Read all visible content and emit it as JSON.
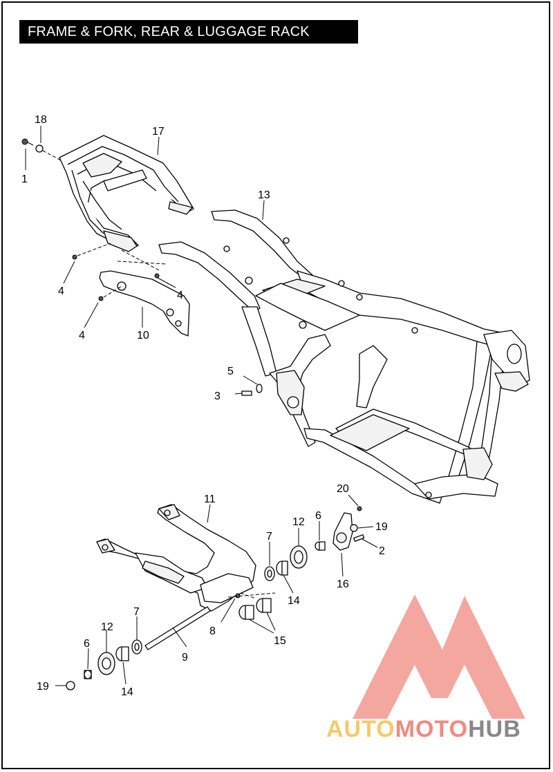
{
  "title": "FRAME & FORK, REAR & LUGGAGE RACK",
  "callouts": [
    {
      "id": "c1",
      "label": "1"
    },
    {
      "id": "c18",
      "label": "18"
    },
    {
      "id": "c17",
      "label": "17"
    },
    {
      "id": "c13",
      "label": "13"
    },
    {
      "id": "c4a",
      "label": "4"
    },
    {
      "id": "c4b",
      "label": "4"
    },
    {
      "id": "c4c",
      "label": "4"
    },
    {
      "id": "c10",
      "label": "10"
    },
    {
      "id": "c5",
      "label": "5"
    },
    {
      "id": "c3",
      "label": "3"
    },
    {
      "id": "c11",
      "label": "11"
    },
    {
      "id": "c20",
      "label": "20"
    },
    {
      "id": "c12a",
      "label": "12"
    },
    {
      "id": "c6a",
      "label": "6"
    },
    {
      "id": "c7a",
      "label": "7"
    },
    {
      "id": "c19a",
      "label": "19"
    },
    {
      "id": "c2",
      "label": "2"
    },
    {
      "id": "c14a",
      "label": "14"
    },
    {
      "id": "c16",
      "label": "16"
    },
    {
      "id": "c8",
      "label": "8"
    },
    {
      "id": "c15",
      "label": "15"
    },
    {
      "id": "c7b",
      "label": "7"
    },
    {
      "id": "c12b",
      "label": "12"
    },
    {
      "id": "c6b",
      "label": "6"
    },
    {
      "id": "c9",
      "label": "9"
    },
    {
      "id": "c19b",
      "label": "19"
    },
    {
      "id": "c14b",
      "label": "14"
    }
  ],
  "watermark": {
    "word_a": "AUTO",
    "word_b": "MOTO",
    "word_c": "HUB",
    "color_a": "#f5c96a",
    "color_b": "#f08a80",
    "color_c": "#888888",
    "logo_color": "#f08a80"
  }
}
